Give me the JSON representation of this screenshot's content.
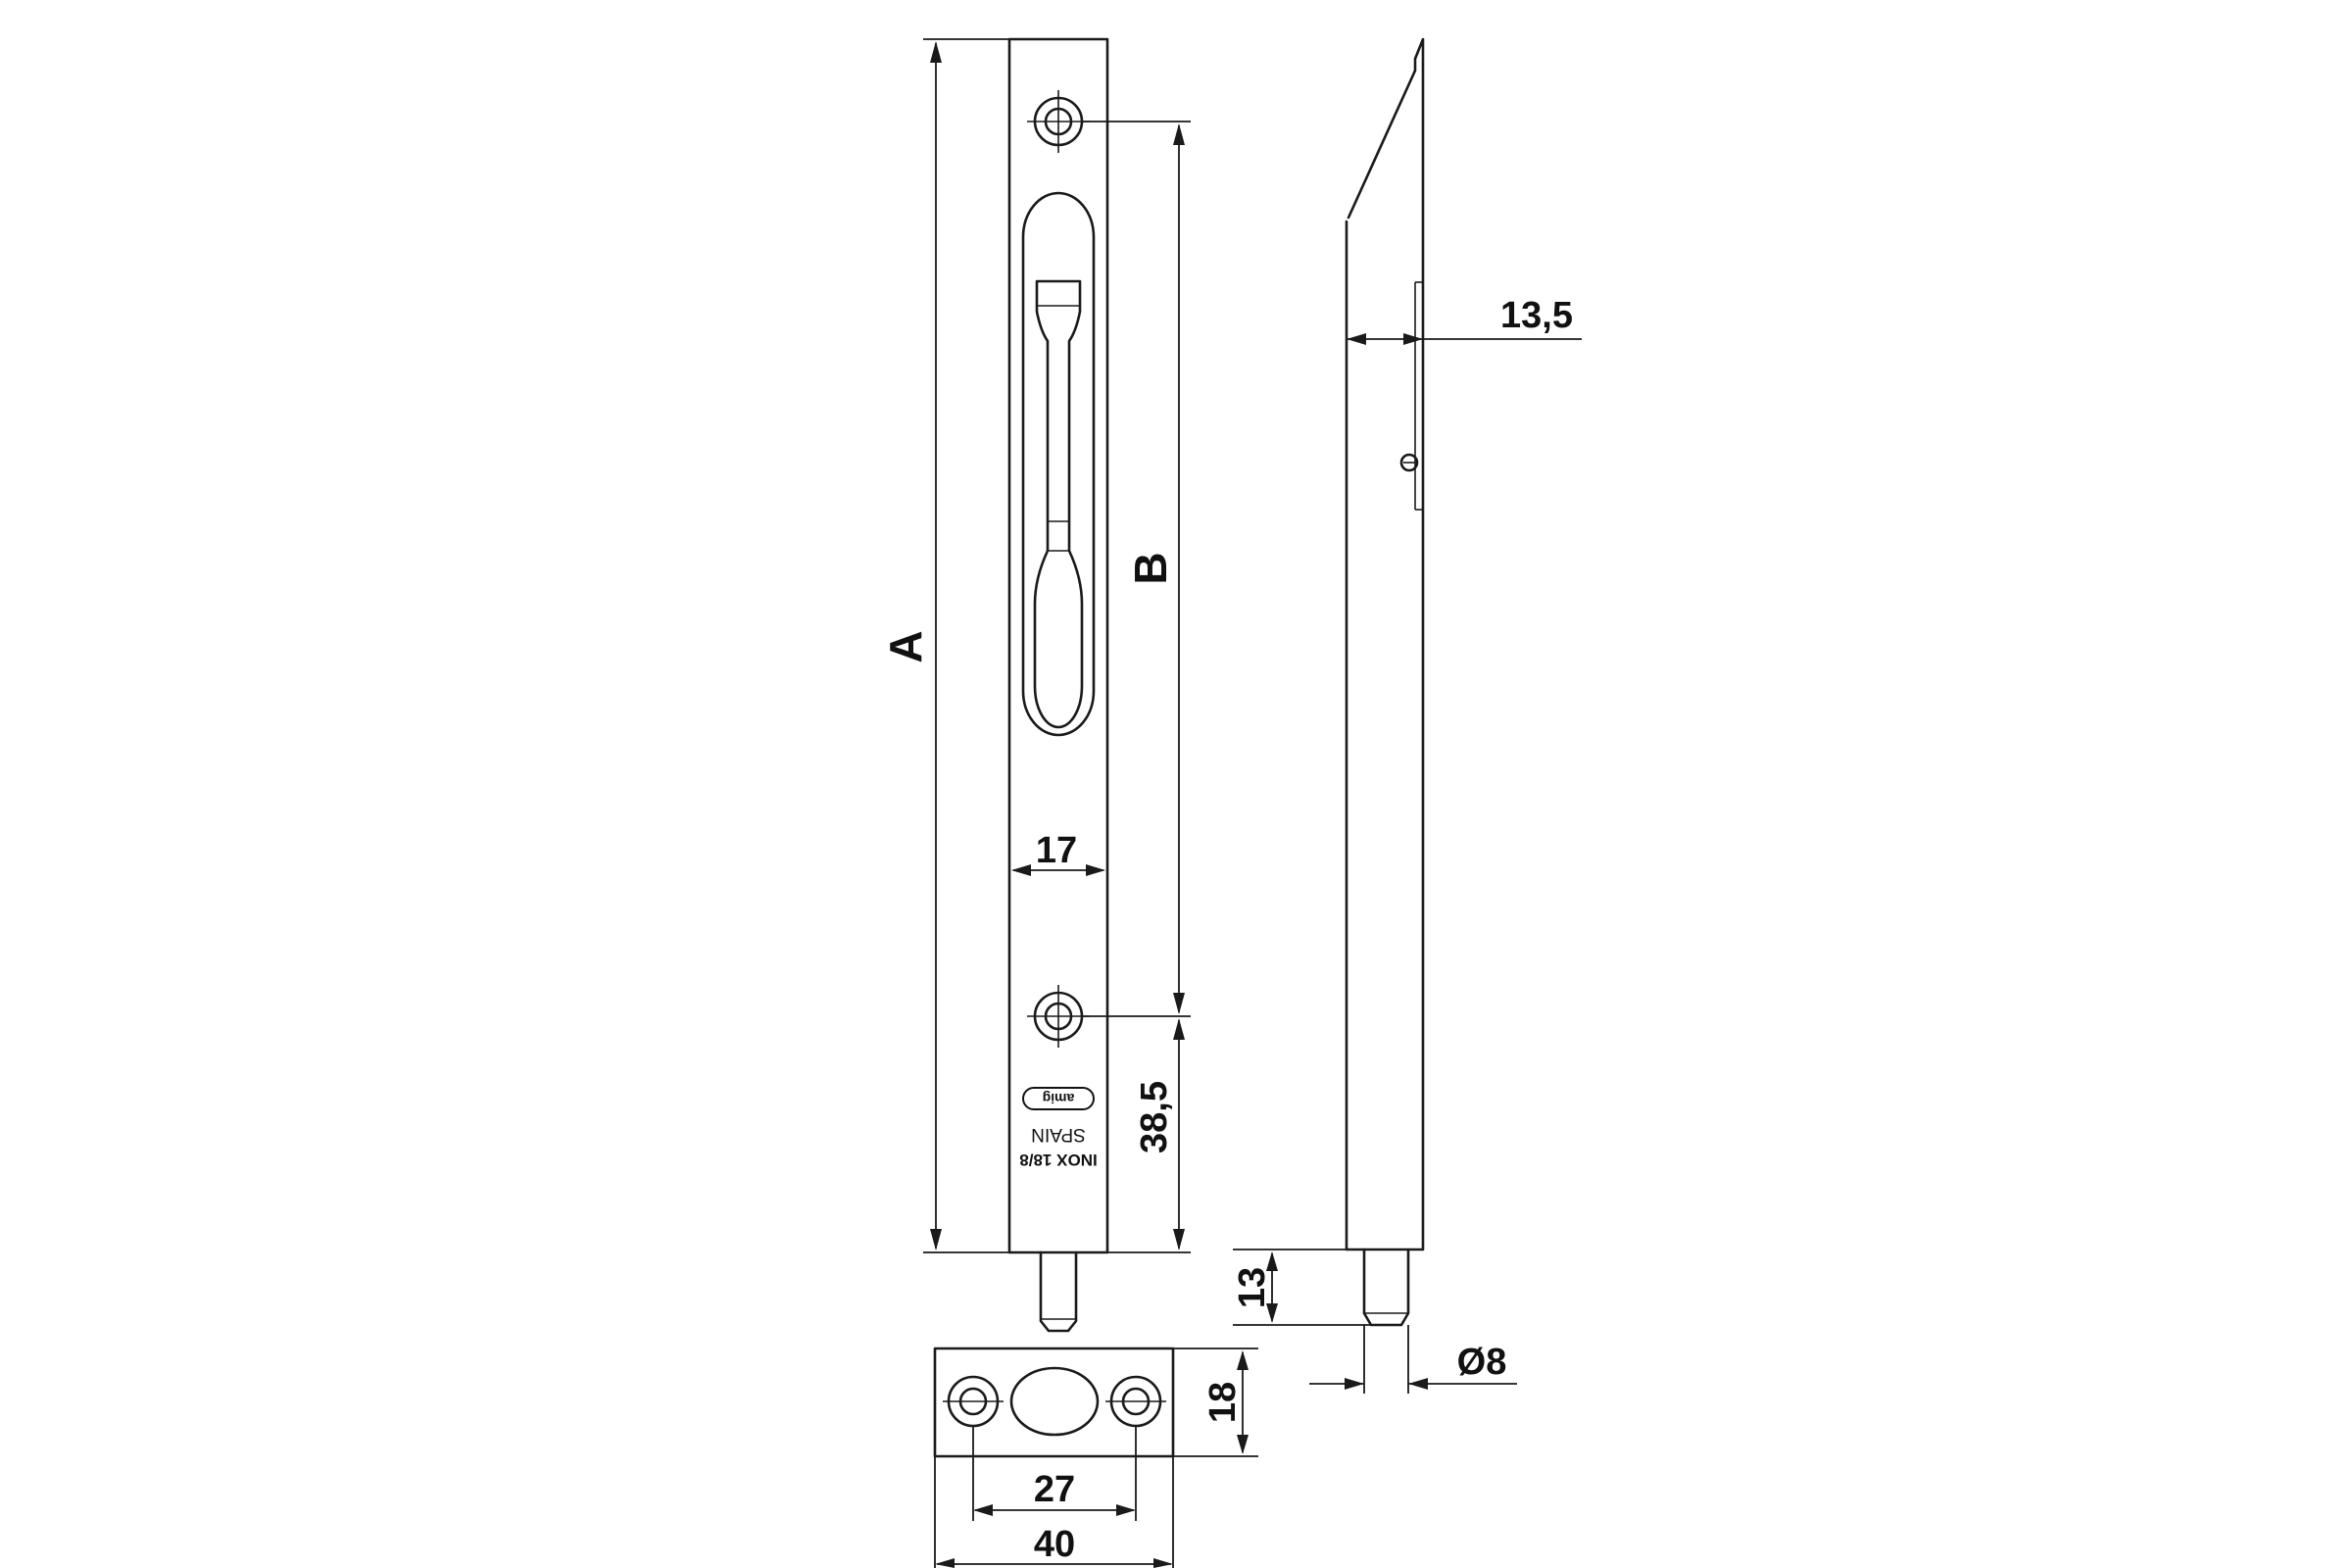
{
  "dimensions": {
    "A": "A",
    "B": "B",
    "width_front": "17",
    "bottom_offset": "38,5",
    "thickness_side": "13,5",
    "pin_length": "13",
    "pin_diameter": "Ø8",
    "keeper_height": "18",
    "keeper_hole_spacing": "27",
    "keeper_width": "40"
  },
  "markings": {
    "origin": "SPAIN",
    "material": "INOX 18/8",
    "brand": "amig"
  }
}
